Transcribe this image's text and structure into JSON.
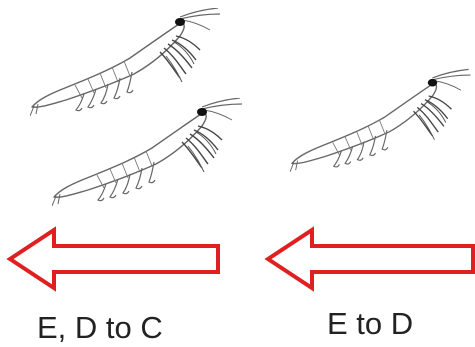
{
  "labels": {
    "left": "E, D to C",
    "right": "E to D"
  },
  "colors": {
    "arrow_stroke": "#e02020",
    "arrow_fill": "#ffffff",
    "krill_stroke": "#666666",
    "krill_fill": "#ffffff",
    "krill_eye": "#111111",
    "label_text": "#222222"
  },
  "icons": {
    "specimen": "krill-illustration",
    "direction": "left-arrow-outline"
  },
  "groups": [
    {
      "label_key": "left",
      "krill_count": 2
    },
    {
      "label_key": "right",
      "krill_count": 1
    }
  ]
}
